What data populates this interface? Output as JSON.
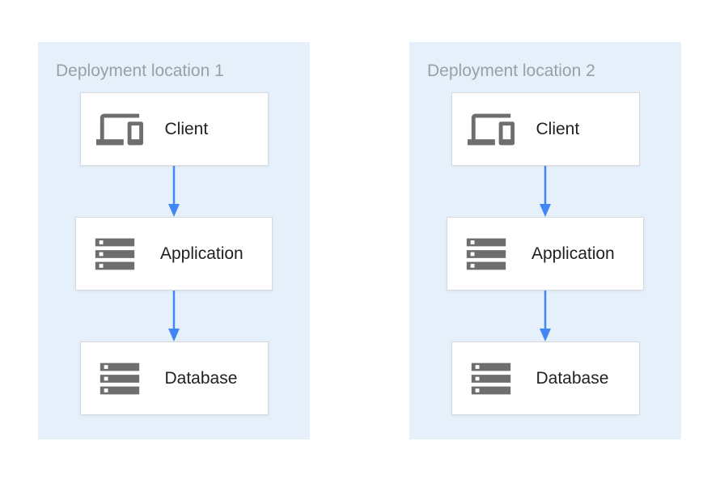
{
  "diagram": {
    "panels": [
      {
        "title": "Deployment location 1",
        "nodes": [
          {
            "label": "Client",
            "icon": "devices-icon"
          },
          {
            "label": "Application",
            "icon": "server-stack-icon"
          },
          {
            "label": "Database",
            "icon": "server-stack-icon"
          }
        ]
      },
      {
        "title": "Deployment location 2",
        "nodes": [
          {
            "label": "Client",
            "icon": "devices-icon"
          },
          {
            "label": "Application",
            "icon": "server-stack-icon"
          },
          {
            "label": "Database",
            "icon": "server-stack-icon"
          }
        ]
      }
    ],
    "connections": [
      {
        "from": "Client",
        "to": "Application"
      },
      {
        "from": "Application",
        "to": "Database"
      }
    ],
    "colors": {
      "panel_background": "#E5F0FA",
      "node_background": "#FFFFFF",
      "node_border": "#D7D9DC",
      "arrow": "#4285F4",
      "icon": "#6E6E6E",
      "title_text": "#9AA0A6",
      "label_text": "#202124",
      "page_background": "#FFFFFF"
    }
  }
}
